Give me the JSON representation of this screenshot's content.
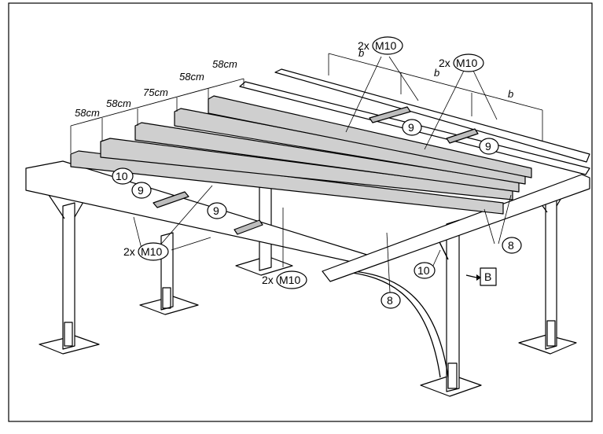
{
  "colors": {
    "line": "#000000",
    "board": "#cfcfcf",
    "background": "#ffffff"
  },
  "dimensions": {
    "spacings": [
      "58cm",
      "58cm",
      "75cm",
      "58cm",
      "58cm"
    ],
    "b": "b"
  },
  "callouts": {
    "bolt_prefix": "2x",
    "bolt": "M10",
    "beam": "8",
    "slat": "9",
    "brace": "10"
  },
  "view_marker": "B"
}
